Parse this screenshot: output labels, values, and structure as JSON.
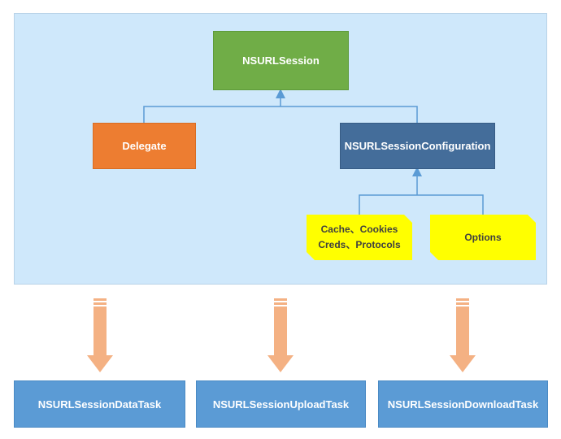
{
  "diagram": {
    "root": {
      "label": "NSURLSession"
    },
    "delegate": {
      "label": "Delegate"
    },
    "configuration": {
      "label": "NSURLSessionConfiguration"
    },
    "notes": [
      {
        "lines": [
          "Cache、Cookies",
          "Creds、Protocols"
        ]
      },
      {
        "lines": [
          "Options"
        ]
      }
    ],
    "tasks": [
      {
        "label": "NSURLSessionDataTask"
      },
      {
        "label": "NSURLSessionUploadTask"
      },
      {
        "label": "NSURLSessionDownloadTask"
      }
    ]
  },
  "colors": {
    "panel": "#cfe8fb",
    "root": "#70ad47",
    "delegate": "#ed7d31",
    "configuration": "#446d9a",
    "note": "#ffff00",
    "task": "#5b9bd5",
    "arrow": "#f4b183",
    "connector": "#5b9bd5"
  }
}
